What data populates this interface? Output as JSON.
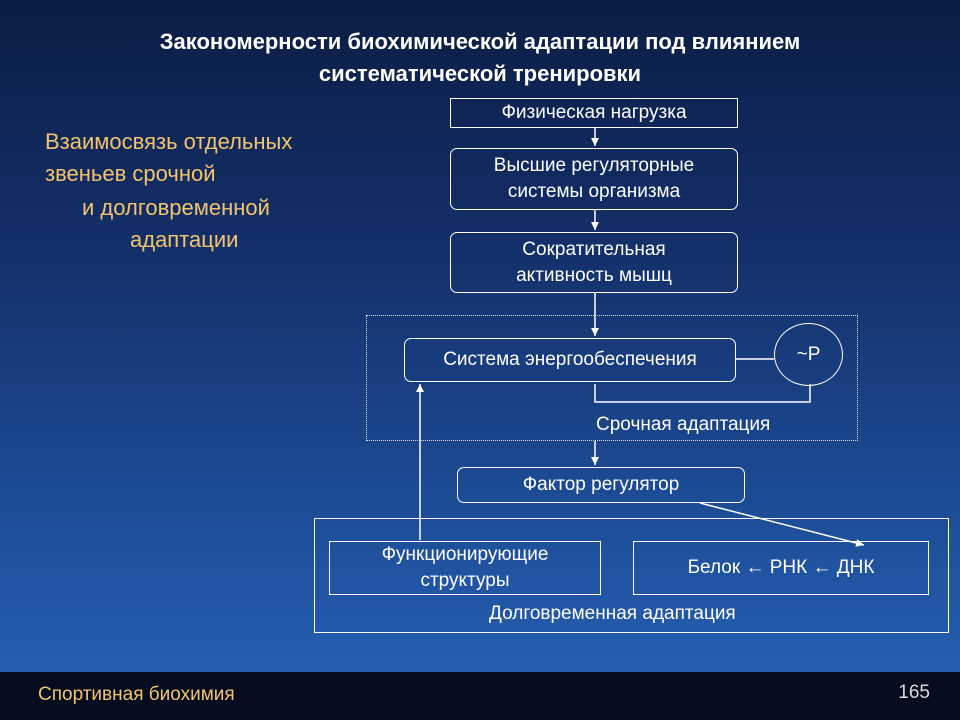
{
  "title": {
    "line1": "Закономерности биохимической адаптации под влиянием",
    "line2": "систематической тренировки"
  },
  "side_text": {
    "line1": "Взаимосвязь отдельных",
    "line2": "звеньев срочной",
    "line3": "и долговременной",
    "line4": "адаптации"
  },
  "diagram": {
    "physical_load": "Физическая нагрузка",
    "higher_systems_line1": "Высшие регуляторные",
    "higher_systems_line2": "системы организма",
    "muscle_activity_line1": "Сократительная",
    "muscle_activity_line2": "активность мышц",
    "energy_system": "Система энергообеспечения",
    "atp_symbol": "~Р",
    "urgent_adaptation": "Срочная адаптация",
    "regulator_factor": "Фактор регулятор",
    "functional_structures_line1": "Функционирующие",
    "functional_structures_line2": "структуры",
    "protein_chain": "Белок ← РНК ← ДНК",
    "long_term_adaptation": "Долговременная адаптация"
  },
  "footer": {
    "title": "Спортивная биохимия",
    "page_number": "165"
  },
  "colors": {
    "accent_text": "#f3c46e",
    "line": "#ffffff"
  }
}
